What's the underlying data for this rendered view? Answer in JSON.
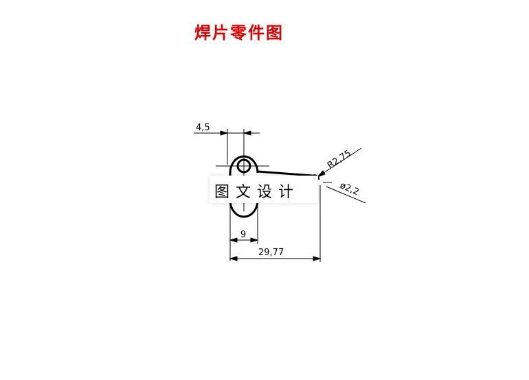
{
  "title": "焊片零件图",
  "colors": {
    "title": "#e00000",
    "line": "#000000",
    "background": "#ffffff"
  },
  "dimensions": {
    "slot_width": "4,5",
    "radius": "R2,75",
    "hole_diameter": "ø2,2",
    "eye_width": "9",
    "total_length": "29,77"
  },
  "watermark": "图文设计"
}
